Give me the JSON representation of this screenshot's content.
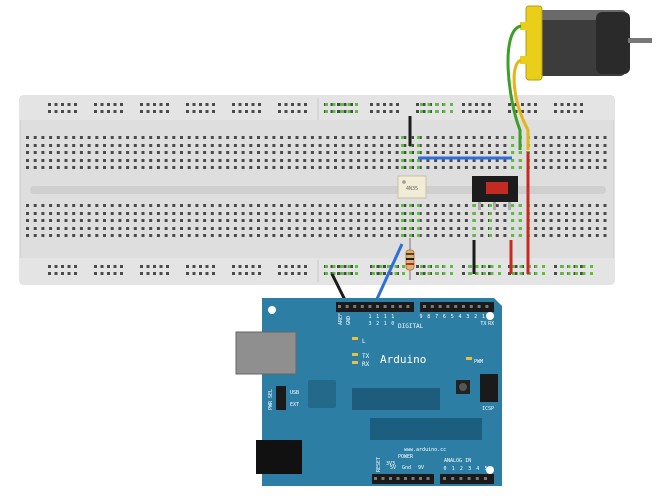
{
  "arduino": {
    "brand": "Arduino",
    "website": "www.arduino.cc",
    "labels": {
      "aref": "AREF",
      "gnd": "GND",
      "digital": "DIGITAL",
      "l": "L",
      "tx": "TX",
      "rx": "RX",
      "pwm": "PWM",
      "icsp": "ICSP",
      "reset": "RESET",
      "v33": "3V3",
      "power": "POWER",
      "v5": "5V",
      "gnd2": "Gnd",
      "v9": "9V",
      "analog_in": "ANALOG IN",
      "pwr_sel": "PWR SEL",
      "usb": "USB",
      "ext": "EXT"
    },
    "digital_pins_top": [
      "1",
      "1",
      "1",
      "1",
      "9",
      "8",
      "7",
      "6",
      "5",
      "4",
      "3",
      "2",
      "1",
      "0"
    ],
    "digital_pins_bottom": [
      "3",
      "2",
      "1",
      "0",
      "",
      "",
      "",
      "",
      "",
      "",
      "",
      "",
      "TX",
      "RX"
    ],
    "analog_pins": [
      "0",
      "1",
      "2",
      "3",
      "4",
      "5"
    ]
  },
  "components": {
    "optocoupler_label": "4N35",
    "motor": "dc-motor",
    "transistor": "power-transistor",
    "resistor": "resistor"
  },
  "colors": {
    "board_blue": "#2d7ea5",
    "board_dark": "#1b5e80",
    "breadboard": "#dcdcdc",
    "hole_green": "#5cbf3c",
    "wire_black": "#1a1a1a",
    "wire_blue": "#2f6fd8",
    "wire_red": "#c9281e",
    "wire_green": "#3e9e2a",
    "wire_yellow": "#e6b515"
  }
}
